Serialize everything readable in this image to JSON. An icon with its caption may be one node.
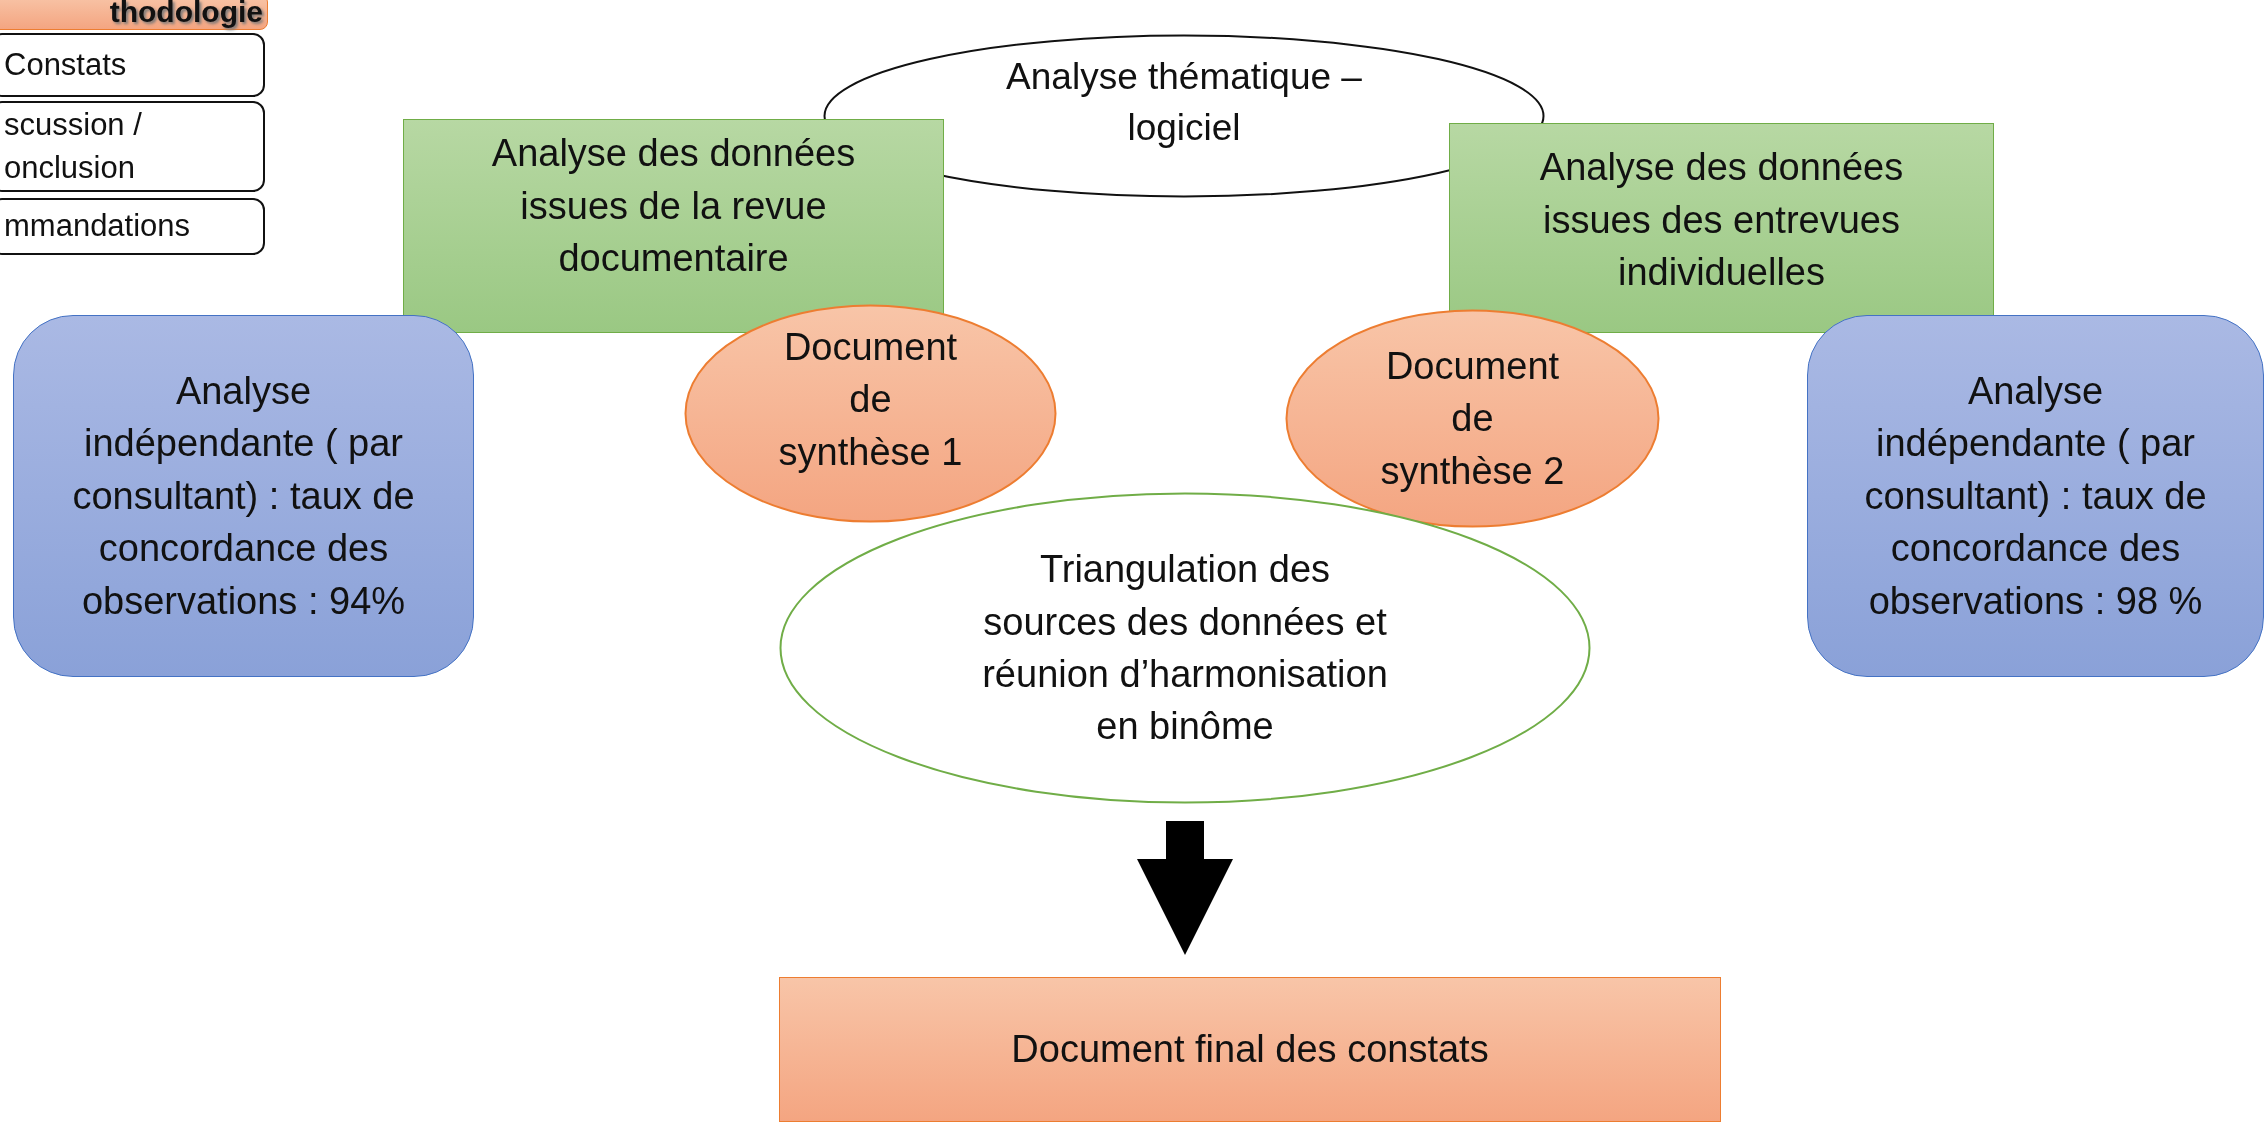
{
  "diagram": {
    "nodes": [
      {
        "text": [
          "thodologie"
        ]
      },
      {
        "text": [
          "Constats"
        ]
      },
      {
        "text": [
          "scussion / onclusion"
        ]
      },
      {
        "text": [
          "mmandations"
        ]
      },
      {
        "text": [
          "Analyse thématique – logiciel"
        ]
      },
      {
        "text": [
          "Analyse des données issues de la revue documentaire"
        ]
      },
      {
        "text": [
          "Analyse des données issues des entrevues individuelles"
        ]
      },
      {
        "text": [
          "Analyse indépendante ( par consultant) : taux de concordance des observations : 94%"
        ]
      },
      {
        "text": [
          "Document de synthèse 1"
        ]
      },
      {
        "text": [
          "Document de synthèse 2"
        ]
      },
      {
        "text": [
          "Analyse indépendante ( par consultant) : taux de concordance des observations : 98 %"
        ]
      },
      {
        "text": [
          "Triangulation des sources des données et réunion d’harmonisation en binôme"
        ]
      },
      {
        "text": [
          "Document final des constats"
        ]
      }
    ],
    "edges": [
      {
        "from": 11,
        "to": 12,
        "arrow": "to"
      }
    ]
  }
}
